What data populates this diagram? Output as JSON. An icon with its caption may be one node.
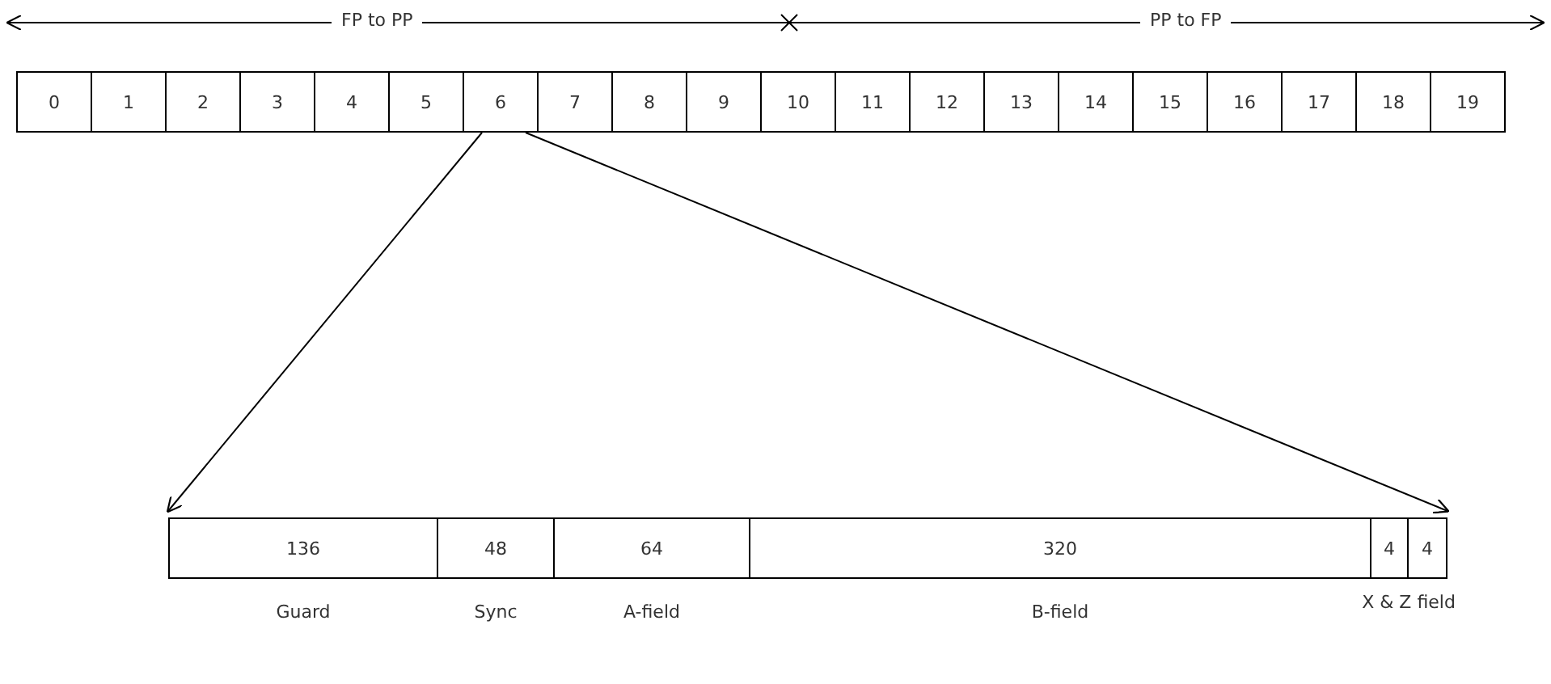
{
  "diagram": {
    "nodes": [
      {
        "text": [
          "0"
        ]
      },
      {
        "text": [
          "1"
        ]
      },
      {
        "text": [
          "2"
        ]
      },
      {
        "text": [
          "3"
        ]
      },
      {
        "text": [
          "4"
        ]
      },
      {
        "text": [
          "5"
        ]
      },
      {
        "text": [
          "6"
        ]
      },
      {
        "text": [
          "7"
        ]
      },
      {
        "text": [
          "8"
        ]
      },
      {
        "text": [
          "9"
        ]
      },
      {
        "text": [
          "10"
        ]
      },
      {
        "text": [
          "11"
        ]
      },
      {
        "text": [
          "12"
        ]
      },
      {
        "text": [
          "13"
        ]
      },
      {
        "text": [
          "14"
        ]
      },
      {
        "text": [
          "15"
        ]
      },
      {
        "text": [
          "16"
        ]
      },
      {
        "text": [
          "17"
        ]
      },
      {
        "text": [
          "18"
        ]
      },
      {
        "text": [
          "19"
        ]
      },
      {
        "text": [
          "136"
        ],
        "beside": [
          "Guard"
        ]
      },
      {
        "text": [
          "48"
        ],
        "beside": [
          "Sync"
        ]
      },
      {
        "text": [
          "64"
        ],
        "beside": [
          "A-field"
        ]
      },
      {
        "text": [
          "320"
        ],
        "beside": [
          "B-field"
        ]
      },
      {
        "text": [
          "4"
        ]
      },
      {
        "text": [
          "4"
        ]
      }
    ],
    "edges": [
      {
        "from": 6,
        "to": 20,
        "arrow": "to"
      },
      {
        "from": 6,
        "to": 25,
        "arrow": "to"
      }
    ],
    "labels": [
      "FP to PP",
      "PP to FP",
      "X & Z field"
    ]
  }
}
